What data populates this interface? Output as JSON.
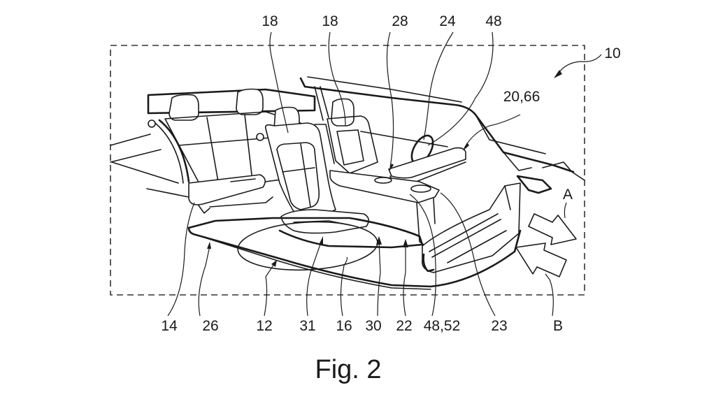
{
  "figure": {
    "caption": "Fig. 2",
    "subject": "vehicle interior with rotatable seats and console",
    "reference_numerals": {
      "top": [
        "18",
        "18",
        "28",
        "24",
        "48"
      ],
      "right": [
        "10",
        "20,66"
      ],
      "bottom": [
        "14",
        "26",
        "12",
        "31",
        "16",
        "30",
        "22",
        "48,52",
        "23",
        "B"
      ],
      "arrow_labels": [
        "A",
        "B"
      ]
    },
    "labels": {
      "n18a": "18",
      "n18b": "18",
      "n28": "28",
      "n24": "24",
      "n48": "48",
      "n10": "10",
      "n2066": "20,66",
      "nA": "A",
      "n14": "14",
      "n26": "26",
      "n12": "12",
      "n31": "31",
      "n16": "16",
      "n30": "30",
      "n22": "22",
      "n4852": "48,52",
      "n23": "23",
      "nB": "B"
    },
    "arrows": [
      {
        "label": "A",
        "direction": "inward-right"
      },
      {
        "label": "B",
        "direction": "outward-left"
      }
    ]
  }
}
